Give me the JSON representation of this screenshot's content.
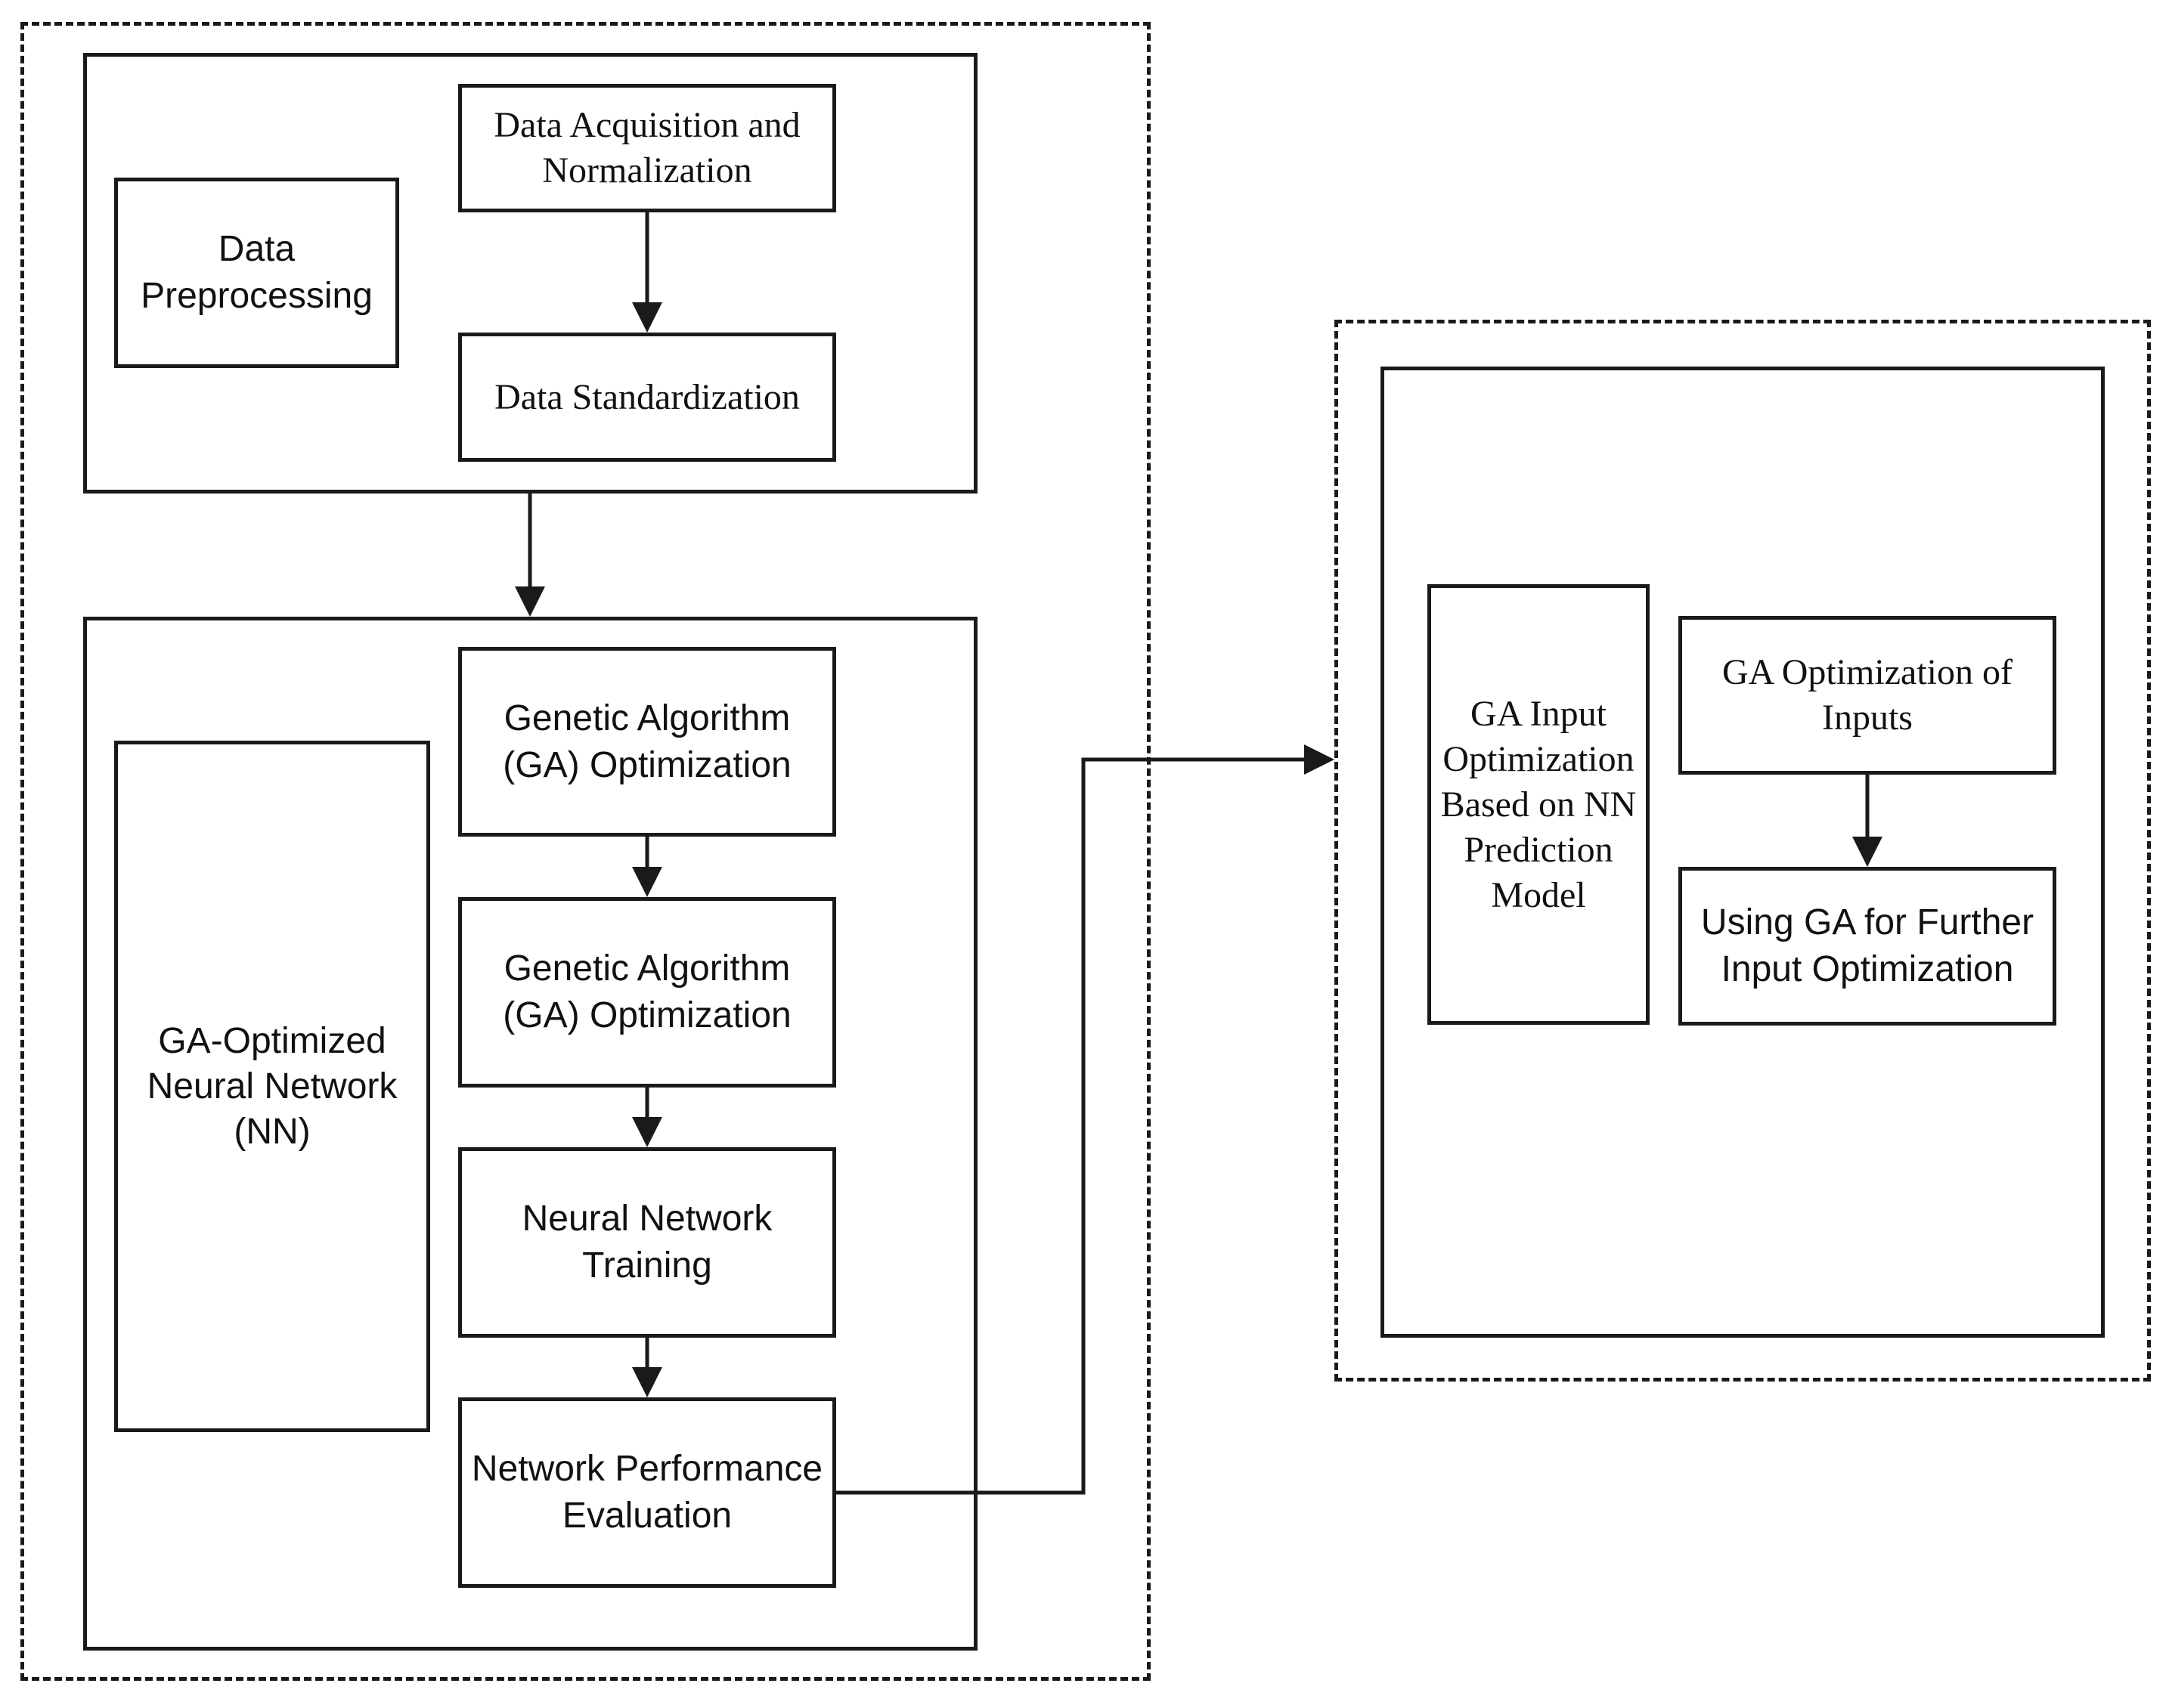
{
  "left_panel": {
    "preprocessing": {
      "label": "Data\nPreprocessing",
      "steps": [
        "Data Acquisition and\nNormalization",
        "Data Standardization"
      ]
    },
    "nn_section": {
      "label": "GA-Optimized\nNeural Network\n(NN)",
      "steps": [
        "Genetic Algorithm\n(GA) Optimization",
        "Genetic Algorithm\n(GA) Optimization",
        "Neural Network\nTraining",
        "Network Performance\nEvaluation"
      ]
    }
  },
  "right_panel": {
    "label": "GA Input\nOptimization\nBased on NN\nPrediction\nModel",
    "steps": [
      "GA Optimization of\nInputs",
      "Using GA for Further\nInput Optimization"
    ]
  },
  "colors": {
    "line": "#1a1a1a",
    "text": "#111111",
    "background": "#ffffff"
  }
}
